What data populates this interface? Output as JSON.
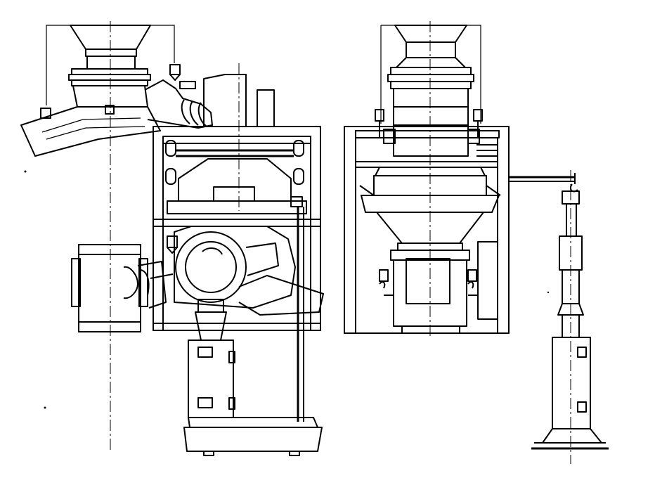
{
  "figure": {
    "views": [
      "side-elevation-view",
      "front-elevation-view",
      "support-column-view"
    ],
    "line_color": "#000000",
    "background_color": "#ffffff"
  }
}
